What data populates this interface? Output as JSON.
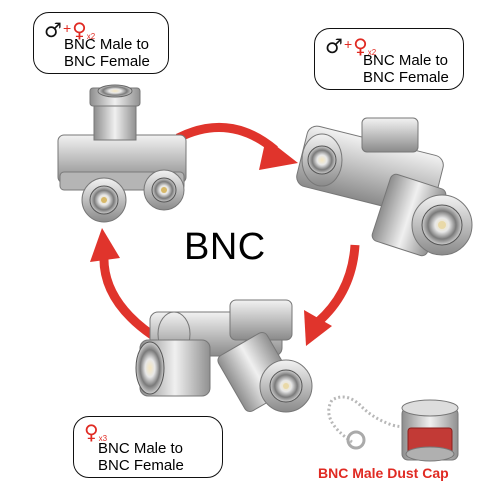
{
  "center_label": "BNC",
  "callouts": [
    {
      "gender_symbols": "male+female",
      "count": "x2",
      "line1": "BNC Male to",
      "line2": "BNC Female"
    },
    {
      "gender_symbols": "male+female",
      "count": "x2",
      "line1": "BNC Male to",
      "line2": "BNC Female"
    },
    {
      "gender_symbols": "female",
      "count": "x3",
      "line1": "BNC Male to",
      "line2": "BNC Female"
    }
  ],
  "dust_cap_label": "BNC Male Dust Cap",
  "colors": {
    "arrow": "#e0342c",
    "accent_text": "#e02a22",
    "metal": "#c9c9c9"
  }
}
